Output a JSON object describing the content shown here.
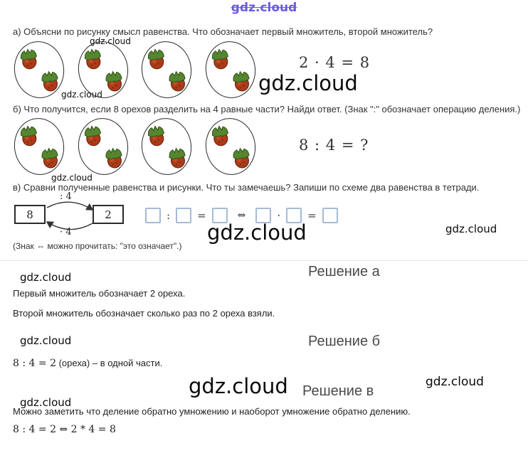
{
  "watermark": {
    "text": "gdz.cloud",
    "brand_color": "#6a5be2"
  },
  "task_a": {
    "label": "а) Объясни по рисунку смысл равенства. Что обозначает первый множитель, второй множитель?",
    "equation": "2 · 4 = 8",
    "groups": 4,
    "nuts_per_group": 2
  },
  "task_b": {
    "label": "б) Что получится, если 8 орехов разделить на 4 равные части? Найди ответ. (Знак \":\" обозначает операцию деления.)",
    "equation": "8 : 4 = ?",
    "groups": 4,
    "nuts_per_group": 2
  },
  "task_v": {
    "label": "в) Сравни полученные равенства и рисунки. Что ты замечаешь? Запиши по схеме два равенства в тетради.",
    "diagram": {
      "left_value": "8",
      "right_value": "2",
      "top_label": ": 4",
      "bottom_label": "· 4"
    },
    "schema": {
      "divide_sign": ":",
      "equals_sign": "=",
      "iff_sign": "⇔",
      "multiply_sign": "·",
      "equals_sign_2": "="
    },
    "note": "(Знак ⇔ можно прочитать: \"это означает\".)"
  },
  "solution_a": {
    "title": "Решение а",
    "line1": "Первый множитель обозначает 2 ореха.",
    "line2": "Второй множитель обозначает сколько раз по 2 ореха взяли."
  },
  "solution_b": {
    "title": "Решение б",
    "formula": "8 : 4 = 2",
    "rest": " (ореха) – в одной части."
  },
  "solution_v": {
    "title": "Решение в",
    "line1": "Можно заметить что деление обратно умножению и наоборот умножение обратно делению.",
    "formula": "8 : 4 = 2 ⇔ 2 * 4 = 8"
  }
}
